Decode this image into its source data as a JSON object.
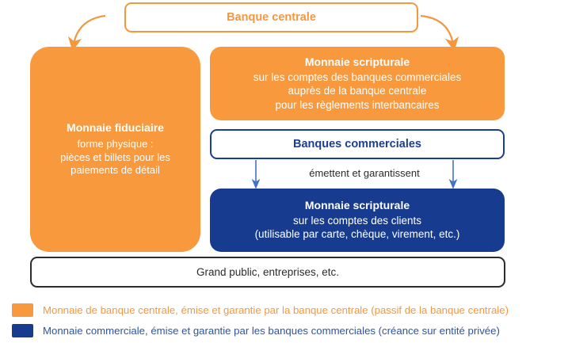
{
  "diagram": {
    "central_bank_box": {
      "label": "Banque centrale"
    },
    "fiduciary_box": {
      "title": "Monnaie fiduciaire",
      "line1": "forme physique :",
      "line2": "pièces et billets pour les",
      "line3": "paiements de détail"
    },
    "scriptural_cb_box": {
      "title": "Monnaie scripturale",
      "line1": "sur les comptes des banques commerciales",
      "line2": "auprès de la banque centrale",
      "line3": "pour les règlements interbancaires"
    },
    "commercial_banks_box": {
      "label": "Banques commerciales"
    },
    "issue_label": "émettent et garantissent",
    "scriptural_clients_box": {
      "title": "Monnaie scripturale",
      "line1": "sur les comptes des clients",
      "line2": "(utilisable par carte, chèque, virement, etc.)"
    },
    "public_box": {
      "label": "Grand public, entreprises, etc."
    }
  },
  "legend": {
    "items": [
      {
        "color": "#F9993E",
        "text": "Monnaie de banque centrale, émise et garantie par la banque centrale (passif de la banque centrale)"
      },
      {
        "color": "#173C8F",
        "text": "Monnaie commerciale, émise et garantie par les banques commerciales (créance sur entité privée)"
      }
    ]
  },
  "colors": {
    "orange": "#F9993E",
    "orange_outline": "#F5973D",
    "blue": "#173C8F",
    "blue_outline": "#1B3E95",
    "arrow_blue": "#4472C4",
    "black_outline": "#2B2B2B"
  }
}
